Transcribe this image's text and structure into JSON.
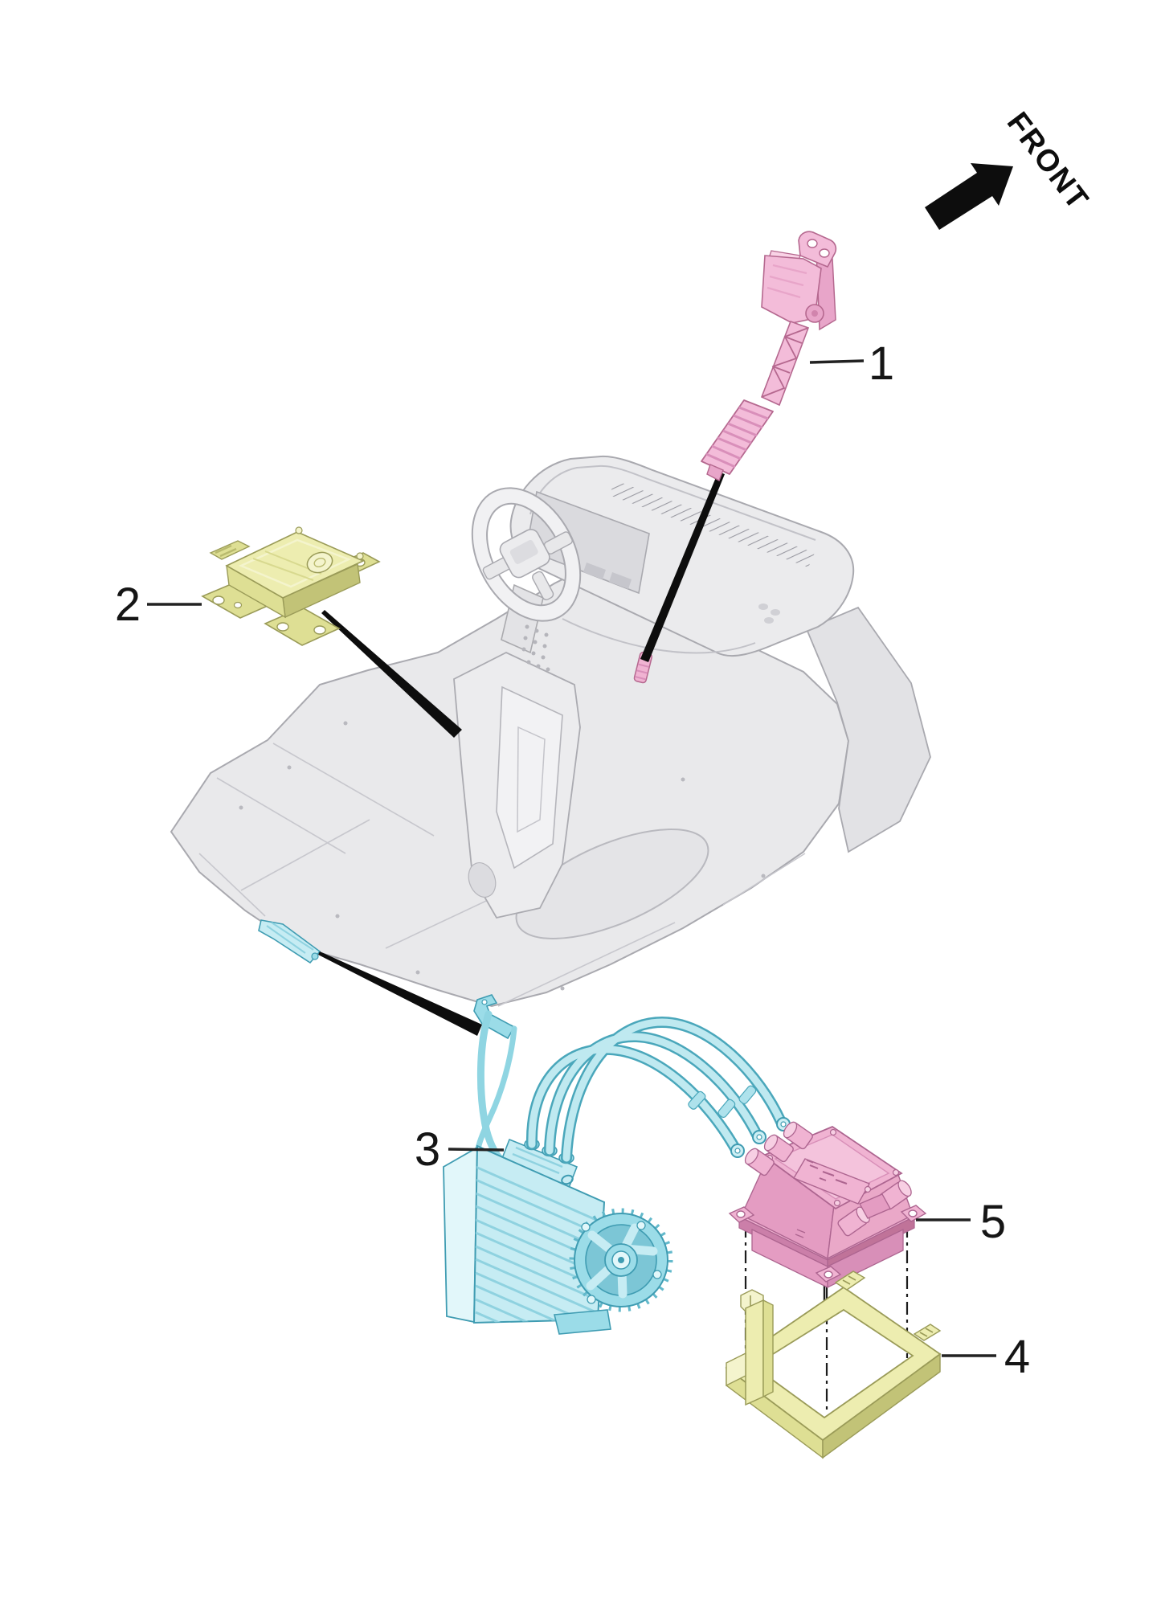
{
  "figure": {
    "type": "exploded-parts-diagram",
    "description": "Electric vehicle pedal / drive unit exploded view with numbered callouts",
    "direction_label": "FRONT",
    "callouts": [
      {
        "number": "1",
        "part_name": "accelerator-pedal-assembly",
        "color": "#f3bcd9"
      },
      {
        "number": "2",
        "part_name": "control-module",
        "color": "#ededb0"
      },
      {
        "number": "3",
        "part_name": "drive-motor-with-cables",
        "color": "#c6ecf3"
      },
      {
        "number": "4",
        "part_name": "controller-mounting-frame",
        "color": "#ededb0"
      },
      {
        "number": "5",
        "part_name": "motor-controller",
        "color": "#f0b3d2"
      }
    ],
    "colors": {
      "pink": "#f3bcd9",
      "yellow": "#ededb0",
      "cyan": "#c6ecf3",
      "gray_body": "#e9e9eb",
      "line": "#151515",
      "background": "#ffffff"
    }
  }
}
